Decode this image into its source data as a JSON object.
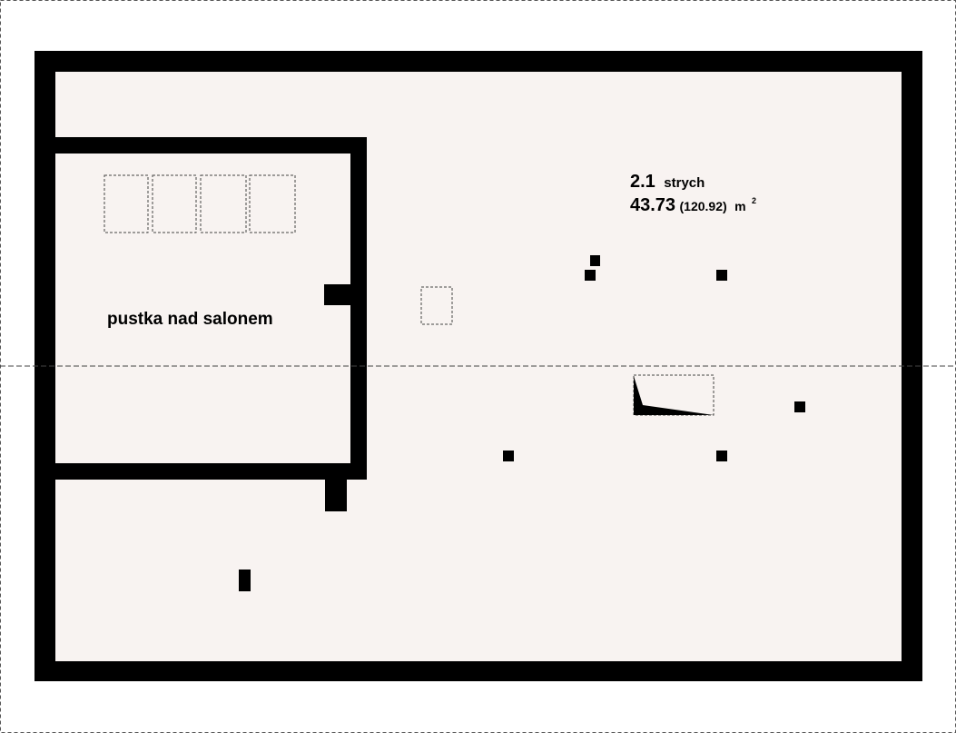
{
  "colors": {
    "wall": "#000000",
    "floor": "#f8f3f1",
    "background": "#ffffff",
    "dash": "#555555"
  },
  "rooms": [
    {
      "number": "2.1",
      "name": "strych",
      "area": "43.73",
      "area_total": "(120.92)",
      "unit": "m",
      "unit_exponent": "2"
    },
    {
      "name": "pustka nad salonem"
    }
  ]
}
